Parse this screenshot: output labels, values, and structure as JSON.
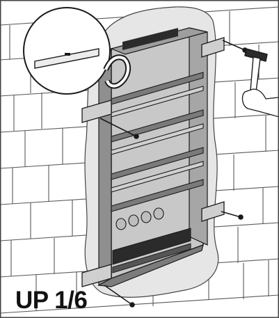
{
  "figure": {
    "step_label": "UP 1/6",
    "colors": {
      "background": "#ffffff",
      "brick_line": "#5a5a5a",
      "plaster": "#e4e4e4",
      "box_body": "#bdbdbd",
      "box_frame": "#9a9a9a",
      "rail": "#7a7a7a",
      "dark_part": "#2b2b2b",
      "outline": "#1a1a1a"
    },
    "icons": [
      "brick-wall",
      "flush-mount-distribution-box",
      "din-rail",
      "mounting-bracket",
      "fixing-screw",
      "spirit-level-magnifier",
      "hammer",
      "hand-icon"
    ]
  }
}
